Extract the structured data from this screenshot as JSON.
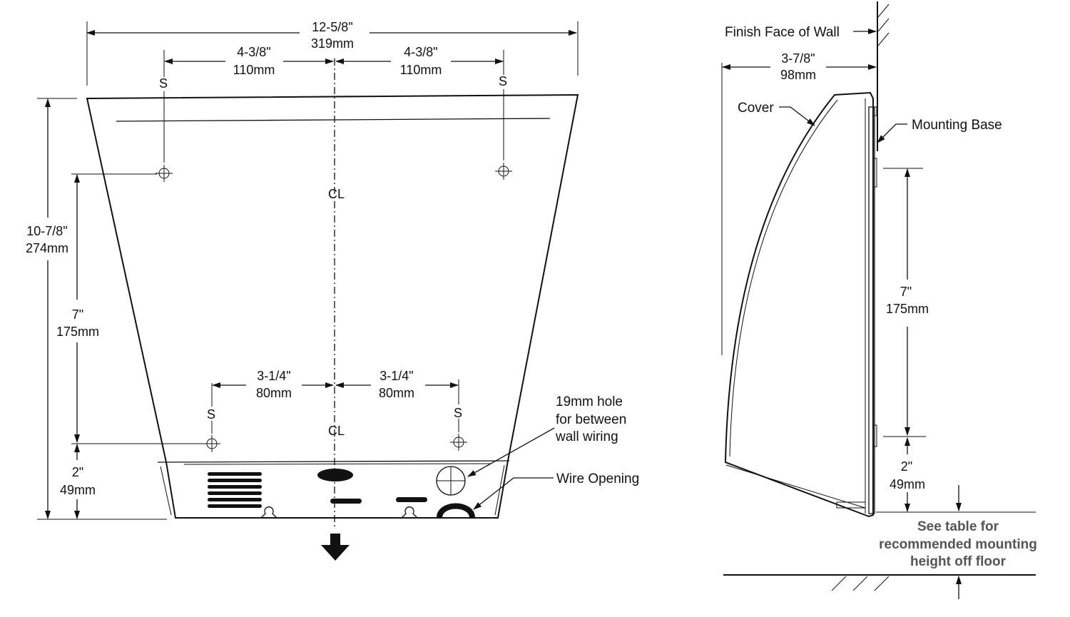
{
  "front_view": {
    "overall_width": {
      "inch": "12-5/8\"",
      "mm": "319mm"
    },
    "top_left_offset": {
      "inch": "4-3/8\"",
      "mm": "110mm"
    },
    "top_right_offset": {
      "inch": "4-3/8\"",
      "mm": "110mm"
    },
    "overall_height": {
      "inch": "10-7/8\"",
      "mm": "274mm"
    },
    "screw_spacing": {
      "inch": "7\"",
      "mm": "175mm"
    },
    "bottom_offset": {
      "inch": "2\"",
      "mm": "49mm"
    },
    "bottom_left_offset": {
      "inch": "3-1/4\"",
      "mm": "80mm"
    },
    "bottom_right_offset": {
      "inch": "3-1/4\"",
      "mm": "80mm"
    },
    "screw_marker": "S",
    "centerline_marker": "CL",
    "hole_note": [
      "19mm hole",
      "for between",
      "wall wiring"
    ],
    "wire_opening": "Wire Opening"
  },
  "side_view": {
    "finish_face": "Finish Face of Wall",
    "depth": {
      "inch": "3-7/8\"",
      "mm": "98mm"
    },
    "cover": "Cover",
    "mounting_base": "Mounting Base",
    "screw_spacing": {
      "inch": "7\"",
      "mm": "175mm"
    },
    "bottom_offset": {
      "inch": "2\"",
      "mm": "49mm"
    },
    "height_note": [
      "See table for",
      "recommended mounting",
      "height off floor"
    ]
  }
}
